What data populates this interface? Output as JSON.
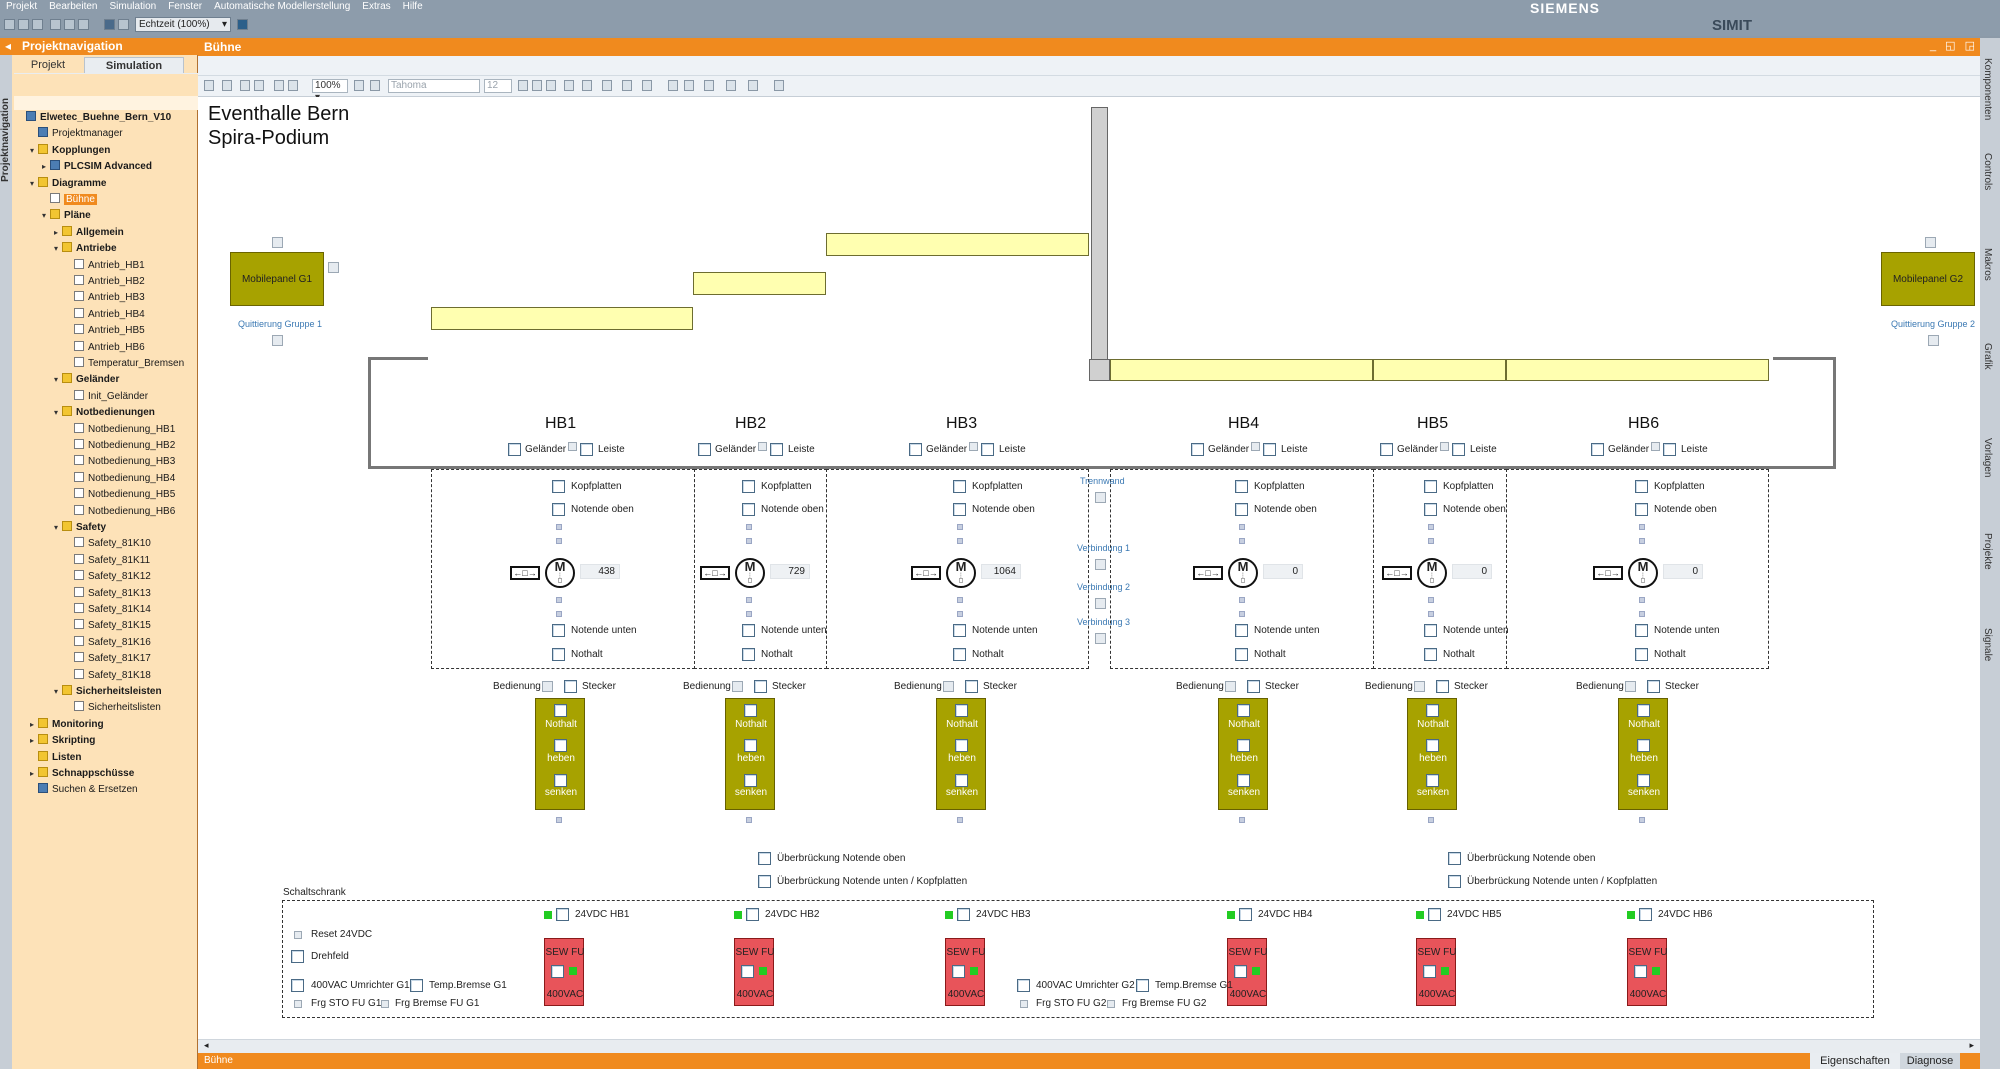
{
  "menu": [
    "Projekt",
    "Bearbeiten",
    "Simulation",
    "Fenster",
    "Automatische Modellerstellung",
    "Extras",
    "Hilfe"
  ],
  "brand": {
    "siemens": "SIEMENS",
    "simit": "SIMIT"
  },
  "toolbar": {
    "speed": "Echtzeit (100%)"
  },
  "nav": {
    "vertical_tab": "Projektnavigation",
    "title": "Projektnavigation",
    "tab_project": "Projekt",
    "tab_simulation": "Simulation",
    "tree": [
      {
        "label": "Elwetec_Buehne_Bern_V10",
        "indent": 0,
        "bold": true,
        "icon": "blue",
        "twisty": ""
      },
      {
        "label": "Projektmanager",
        "indent": 1,
        "icon": "blue",
        "twisty": ""
      },
      {
        "label": "Kopplungen",
        "indent": 1,
        "bold": true,
        "icon": "folder",
        "twisty": "▾"
      },
      {
        "label": "PLCSIM Advanced",
        "indent": 2,
        "bold": true,
        "icon": "blue",
        "twisty": "▸"
      },
      {
        "label": "Diagramme",
        "indent": 1,
        "bold": true,
        "icon": "folder",
        "twisty": "▾"
      },
      {
        "label": "Bühne",
        "indent": 2,
        "icon": "doc",
        "twisty": "",
        "selected": true
      },
      {
        "label": "Pläne",
        "indent": 2,
        "bold": true,
        "icon": "folder",
        "twisty": "▾"
      },
      {
        "label": "Allgemein",
        "indent": 3,
        "bold": true,
        "icon": "folder",
        "twisty": "▸"
      },
      {
        "label": "Antriebe",
        "indent": 3,
        "bold": true,
        "icon": "folder",
        "twisty": "▾"
      },
      {
        "label": "Antrieb_HB1",
        "indent": 4,
        "icon": "doc"
      },
      {
        "label": "Antrieb_HB2",
        "indent": 4,
        "icon": "doc"
      },
      {
        "label": "Antrieb_HB3",
        "indent": 4,
        "icon": "doc"
      },
      {
        "label": "Antrieb_HB4",
        "indent": 4,
        "icon": "doc"
      },
      {
        "label": "Antrieb_HB5",
        "indent": 4,
        "icon": "doc"
      },
      {
        "label": "Antrieb_HB6",
        "indent": 4,
        "icon": "doc"
      },
      {
        "label": "Temperatur_Bremsen",
        "indent": 4,
        "icon": "doc"
      },
      {
        "label": "Geländer",
        "indent": 3,
        "bold": true,
        "icon": "folder",
        "twisty": "▾"
      },
      {
        "label": "Init_Geländer",
        "indent": 4,
        "icon": "doc"
      },
      {
        "label": "Notbedienungen",
        "indent": 3,
        "bold": true,
        "icon": "folder",
        "twisty": "▾"
      },
      {
        "label": "Notbedienung_HB1",
        "indent": 4,
        "icon": "doc"
      },
      {
        "label": "Notbedienung_HB2",
        "indent": 4,
        "icon": "doc"
      },
      {
        "label": "Notbedienung_HB3",
        "indent": 4,
        "icon": "doc"
      },
      {
        "label": "Notbedienung_HB4",
        "indent": 4,
        "icon": "doc"
      },
      {
        "label": "Notbedienung_HB5",
        "indent": 4,
        "icon": "doc"
      },
      {
        "label": "Notbedienung_HB6",
        "indent": 4,
        "icon": "doc"
      },
      {
        "label": "Safety",
        "indent": 3,
        "bold": true,
        "icon": "folder",
        "twisty": "▾"
      },
      {
        "label": "Safety_81K10",
        "indent": 4,
        "icon": "doc"
      },
      {
        "label": "Safety_81K11",
        "indent": 4,
        "icon": "doc"
      },
      {
        "label": "Safety_81K12",
        "indent": 4,
        "icon": "doc"
      },
      {
        "label": "Safety_81K13",
        "indent": 4,
        "icon": "doc"
      },
      {
        "label": "Safety_81K14",
        "indent": 4,
        "icon": "doc"
      },
      {
        "label": "Safety_81K15",
        "indent": 4,
        "icon": "doc"
      },
      {
        "label": "Safety_81K16",
        "indent": 4,
        "icon": "doc"
      },
      {
        "label": "Safety_81K17",
        "indent": 4,
        "icon": "doc"
      },
      {
        "label": "Safety_81K18",
        "indent": 4,
        "icon": "doc"
      },
      {
        "label": "Sicherheitsleisten",
        "indent": 3,
        "bold": true,
        "icon": "folder",
        "twisty": "▾"
      },
      {
        "label": "Sicherheitslisten",
        "indent": 4,
        "icon": "doc"
      },
      {
        "label": "Monitoring",
        "indent": 1,
        "bold": true,
        "icon": "folder",
        "twisty": "▸"
      },
      {
        "label": "Skripting",
        "indent": 1,
        "bold": true,
        "icon": "folder",
        "twisty": "▸"
      },
      {
        "label": "Listen",
        "indent": 1,
        "bold": true,
        "icon": "folder",
        "twisty": ""
      },
      {
        "label": "Schnappschüsse",
        "indent": 1,
        "bold": true,
        "icon": "folder",
        "twisty": "▸"
      },
      {
        "label": "Suchen & Ersetzen",
        "indent": 1,
        "icon": "blue",
        "twisty": ""
      }
    ]
  },
  "editor": {
    "title": "Bühne",
    "zoom": "100%",
    "font": "Tahoma",
    "fontsize": "12",
    "status": "Bühne",
    "tab_properties": "Eigenschaften",
    "tab_diagnose": "Diagnose"
  },
  "right_tabs": [
    "Komponenten",
    "Controls",
    "Makros",
    "Grafik",
    "Vorlagen",
    "Projekte",
    "Signale"
  ],
  "canvas": {
    "title1": "Eventhalle Bern",
    "title2": "Spira-Podium",
    "panel_g1": "Mobilepanel G1",
    "panel_g2": "Mobilepanel G2",
    "quit_g1": "Quittierung Gruppe 1",
    "quit_g2": "Quittierung Gruppe 2",
    "trennwand": "Trennwand",
    "verbindung1": "Verbindung 1",
    "verbindung2": "Verbindung 2",
    "verbindung3": "Verbindung 3",
    "label_gelaender": "Geländer",
    "label_leiste": "Leiste",
    "label_kopfplatten": "Kopfplatten",
    "label_notende_oben": "Notende oben",
    "label_notende_unten": "Notende unten",
    "label_nothalt": "Nothalt",
    "label_bedienung": "Bedienung",
    "label_stecker": "Stecker",
    "pendant_nothalt": "Nothalt",
    "pendant_heben": "heben",
    "pendant_senken": "senken",
    "motor_m": "M",
    "arrow": "←□→",
    "bridge_oben": "Überbrückung Notende oben",
    "bridge_unten": "Überbrückung Notende unten / Kopfplatten",
    "schaltschrank": "Schaltschrank",
    "reset": "Reset 24VDC",
    "drehfeld": "Drehfeld",
    "umrichter_g1": "400VAC Umrichter G1",
    "bremse_g1": "Temp.Bremse G1",
    "frg_sto_g1": "Frg STO FU G1",
    "frg_bremse_g1": "Frg Bremse FU G1",
    "umrichter_g2": "400VAC Umrichter G2",
    "bremse_g2": "Temp.Bremse G1",
    "frg_sto_g2": "Frg STO FU G2",
    "frg_bremse_g2": "Frg Bremse FU G2",
    "sew_fu": "SEW FU",
    "vac": "400VAC",
    "drives": [
      {
        "name": "HB1",
        "value": "438",
        "dc": "24VDC HB1"
      },
      {
        "name": "HB2",
        "value": "729",
        "dc": "24VDC HB2"
      },
      {
        "name": "HB3",
        "value": "1064",
        "dc": "24VDC HB3"
      },
      {
        "name": "HB4",
        "value": "0",
        "dc": "24VDC HB4"
      },
      {
        "name": "HB5",
        "value": "0",
        "dc": "24VDC HB5"
      },
      {
        "name": "HB6",
        "value": "0",
        "dc": "24VDC HB6"
      }
    ]
  },
  "colors": {
    "accent": "#f08a1e",
    "olive": "#a7a200",
    "led": "#22cc22",
    "fu": "#e8545a",
    "platform": "#ffffb0"
  }
}
